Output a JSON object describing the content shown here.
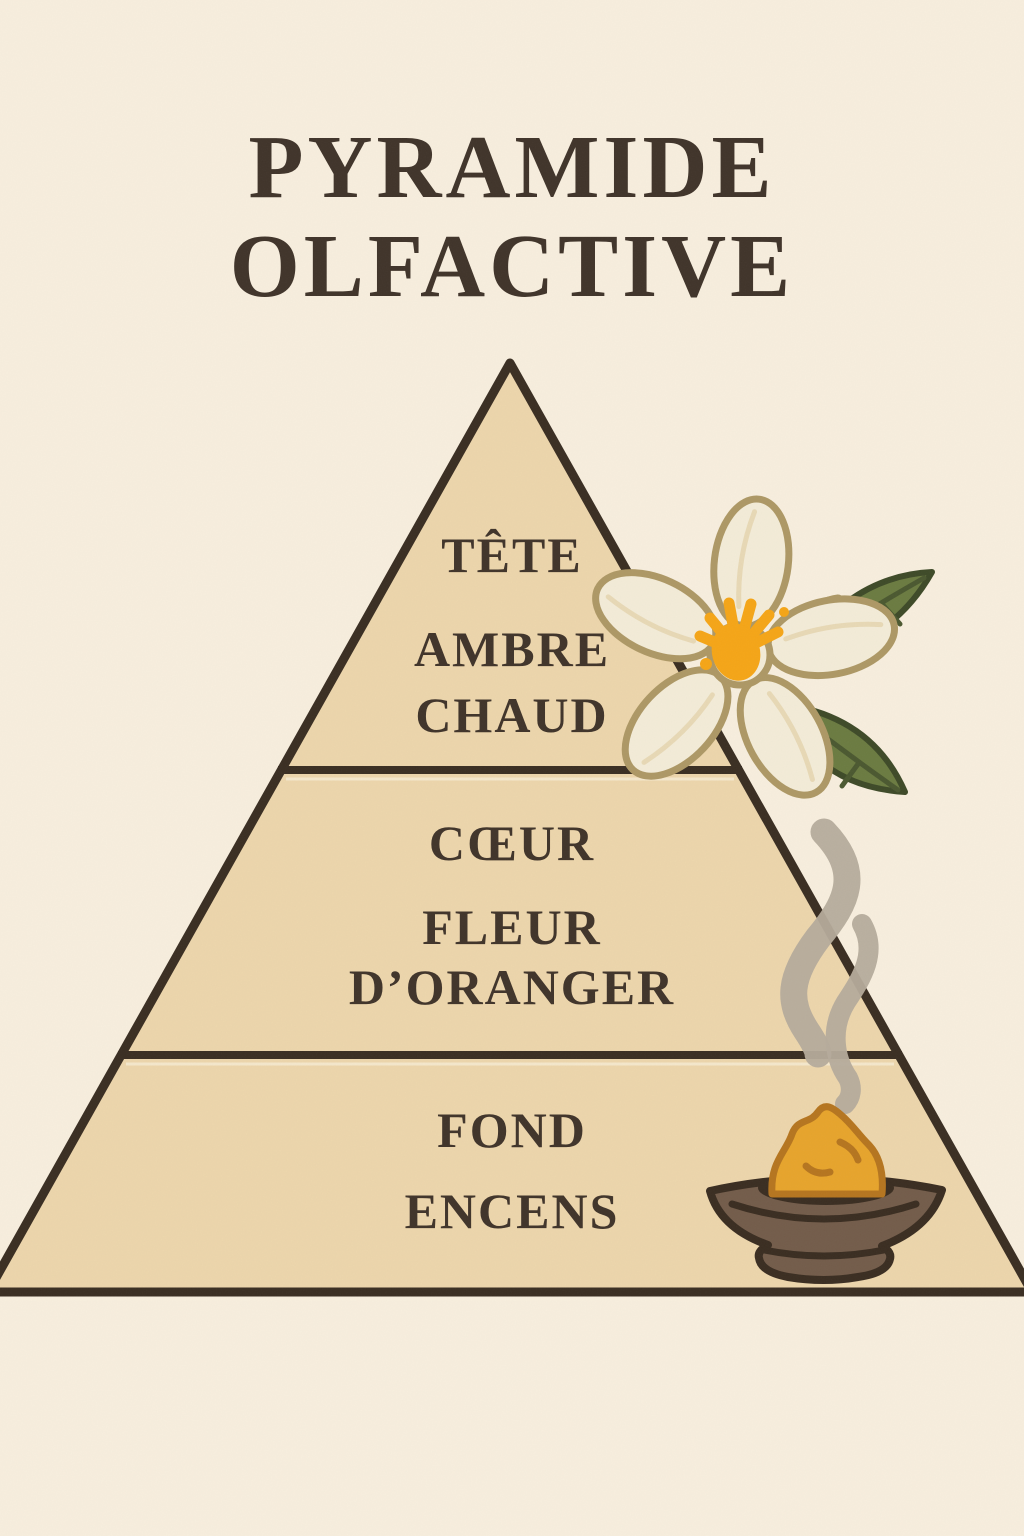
{
  "title": {
    "line1": "PYRAMIDE",
    "line2": "OLFACTIVE"
  },
  "pyramid": {
    "levels": [
      {
        "label": "TÊTE",
        "notes": [
          "AMBRE",
          "CHAUD"
        ]
      },
      {
        "label": "CŒUR",
        "notes": [
          "FLEUR",
          "D’ORANGER"
        ]
      },
      {
        "label": "FOND",
        "notes": [
          "ENCENS"
        ]
      }
    ]
  },
  "icons": [
    {
      "name": "orange-blossom-icon",
      "meaning": "white orange-blossom flower with green leaves"
    },
    {
      "name": "smoke-icon",
      "meaning": "two rising incense smoke wisps"
    },
    {
      "name": "incense-bowl-icon",
      "meaning": "brown dish holding burning amber incense resin"
    }
  ],
  "colors": {
    "background": "#f7eedd",
    "pyramid_fill": "#ecd5ab",
    "outline": "#3a2e22",
    "ink": "#40342a",
    "highlight": "#f9f0dd",
    "petal": "#f3ebd7",
    "petal_shade": "#e4d3ad",
    "gold": "#ad9865",
    "accent": "#f5a517",
    "leaf": "#6b7b41",
    "leaf_dark": "#3e4a28",
    "leaf_vein": "#4b5830",
    "smoke": "#b5ab9b",
    "bowl": "#735c4a",
    "bowl_dark": "#3a2d21",
    "resin": "#e6a42c",
    "resin_dark": "#b5751f"
  }
}
